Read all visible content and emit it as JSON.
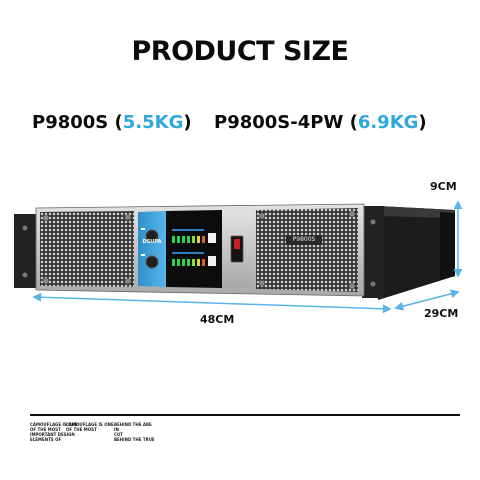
{
  "title": "PRODUCT SIZE",
  "models": [
    {
      "name": "P9800S",
      "weight": "5.5KG"
    },
    {
      "name": "P9800S-4PW",
      "weight": "6.9KG"
    }
  ],
  "dimensions": {
    "height": "9CM",
    "width": "48CM",
    "depth": "29CM"
  },
  "device": {
    "logo": "DSUPA",
    "model_label": "P9800S"
  },
  "footer": {
    "col1": "CAMOUFLAGE IS ONE\nOF THE MOST\nIMPORTANT DESIGN\nELEMENTS OF",
    "col2": "CAMOUFLAGE IS ONE\nOF THE MOST",
    "col3": "BEHIND THE ARE\nIN\nCUT\nBEHIND THE TRUE"
  },
  "colors": {
    "accent": "#2ea7e0",
    "arrow": "#5ab4e6",
    "panel_blue": "#3c9fd8"
  }
}
